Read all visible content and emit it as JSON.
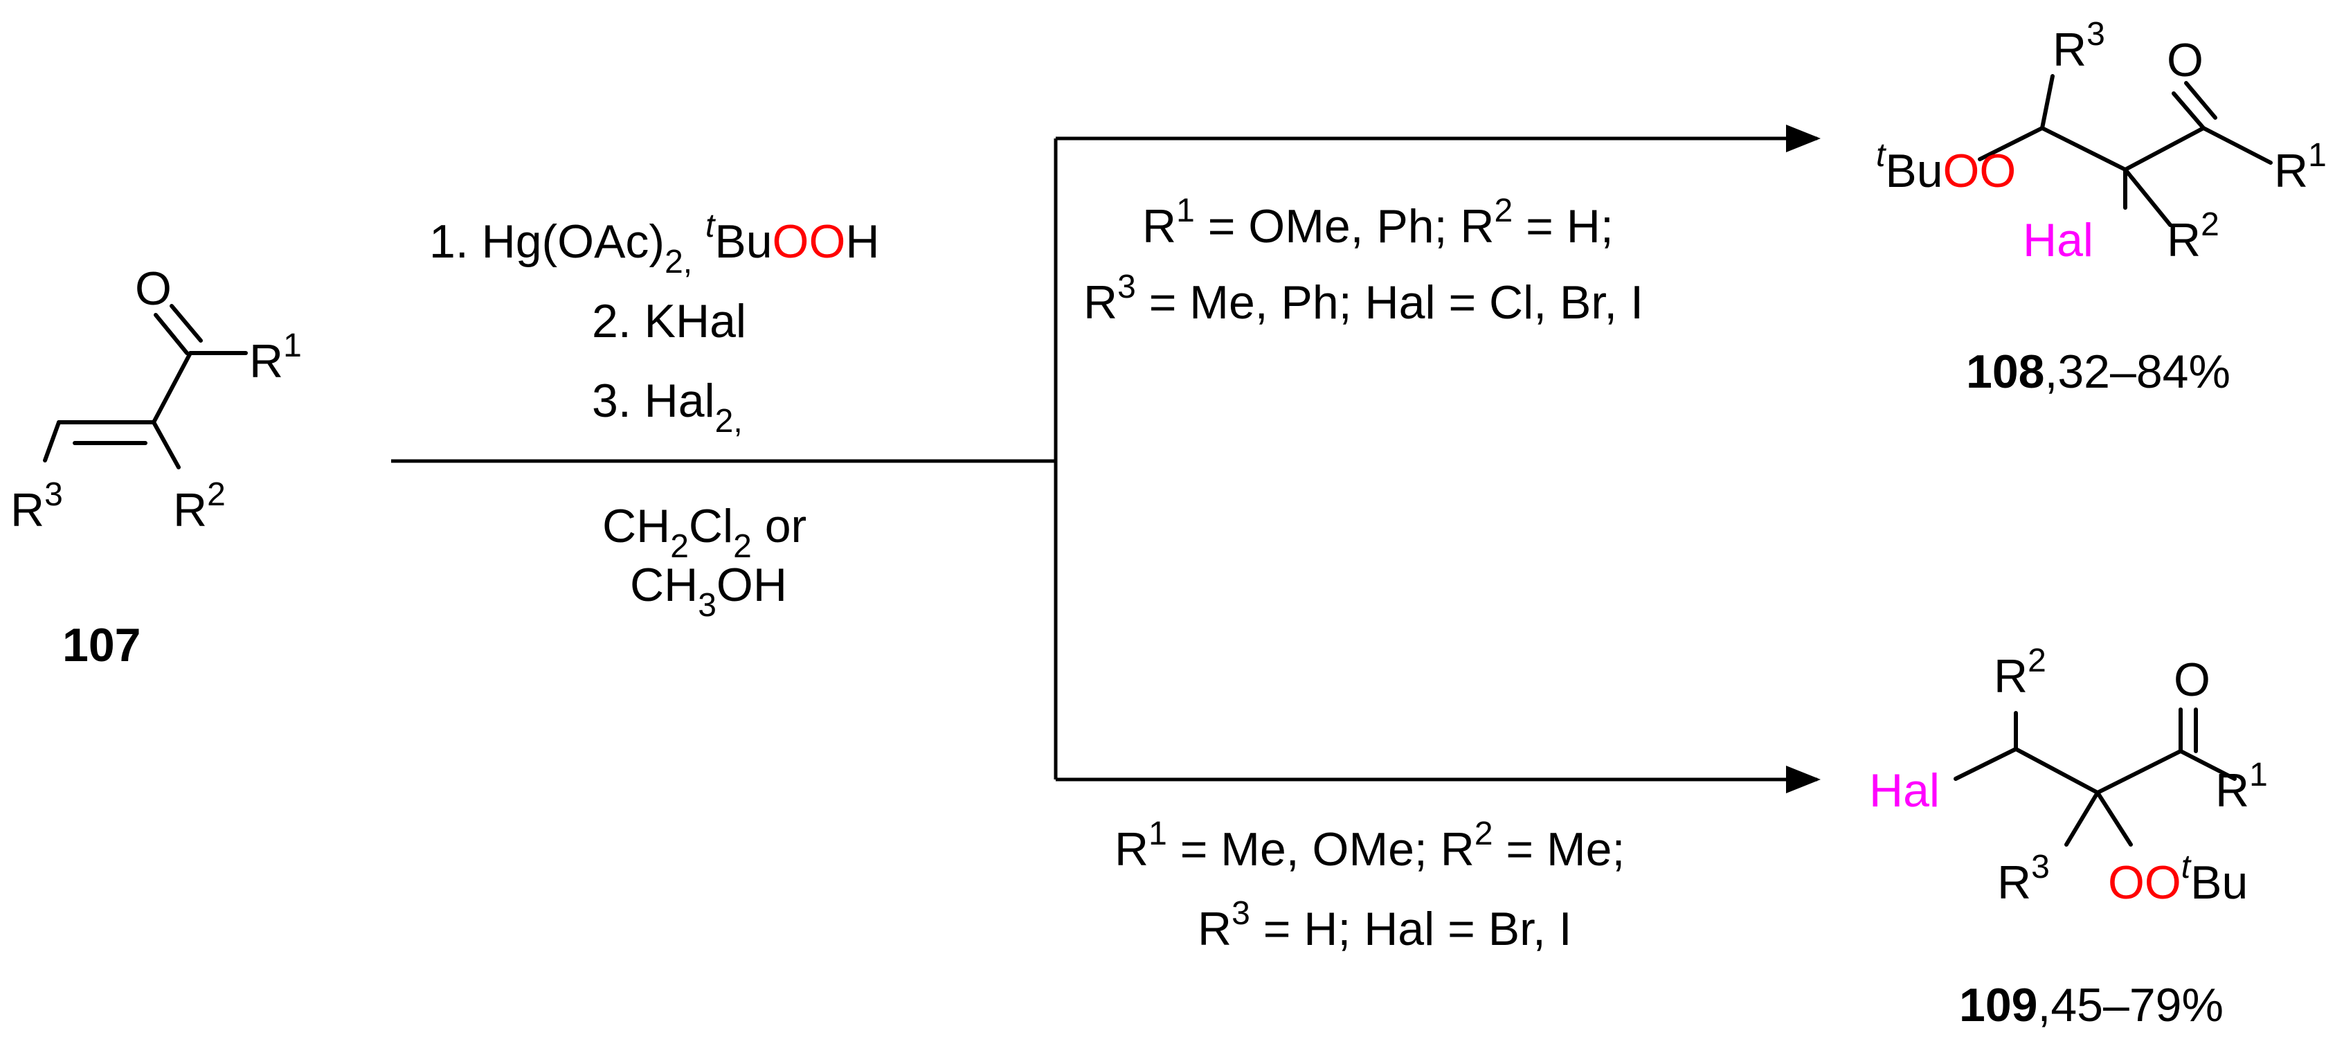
{
  "compounds": {
    "c107": {
      "number": "107"
    },
    "c108": {
      "number": "108",
      "yield": ",32–84%"
    },
    "c109": {
      "number": "109",
      "yield": ",45–79%"
    }
  },
  "atoms": {
    "O": "O",
    "R": "R",
    "n1": "1",
    "n2": "2",
    "n3": "3",
    "Hal": "Hal",
    "Bu": "Bu",
    "t": "t",
    "OO": "OO"
  },
  "reagents": {
    "step1_prefix": "1. Hg(OAc)",
    "step1_sub": "2,",
    "step1_t": "t",
    "step1_bu": "Bu",
    "step1_oo": "OO",
    "step1_h": "H",
    "step2": "2. KHal",
    "step3_prefix": "3. Hal",
    "step3_sub": "2,",
    "solvent1_a": "CH",
    "solvent1_b": "2",
    "solvent1_c": "Cl",
    "solvent1_d": "2",
    "solvent1_e": " or",
    "solvent2_a": "CH",
    "solvent2_b": "3",
    "solvent2_c": "OH"
  },
  "conditions_top": {
    "line1": {
      "a": "R",
      "b": "1",
      "c": " = OMe, Ph; R",
      "d": "2",
      "e": " = H;"
    },
    "line2": {
      "a": "R",
      "b": "3",
      "c": " = Me, Ph; Hal = Cl, Br, I"
    }
  },
  "conditions_bottom": {
    "line1": {
      "a": "R",
      "b": "1",
      "c": " = Me, OMe; R",
      "d": "2",
      "e": " = Me;"
    },
    "line2": {
      "a": "R",
      "b": "3",
      "c": " = H; Hal = Br, I"
    }
  }
}
